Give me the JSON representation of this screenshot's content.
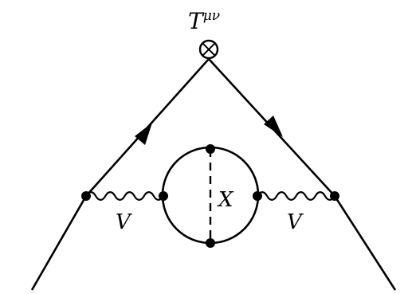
{
  "diagram": {
    "vertex_label": {
      "base": "T",
      "superscript": "μν"
    },
    "boson_left_label": "V",
    "boson_right_label": "V",
    "internal_label": "X"
  },
  "colors": {
    "ink": "#000000",
    "background": "#ffffff"
  }
}
